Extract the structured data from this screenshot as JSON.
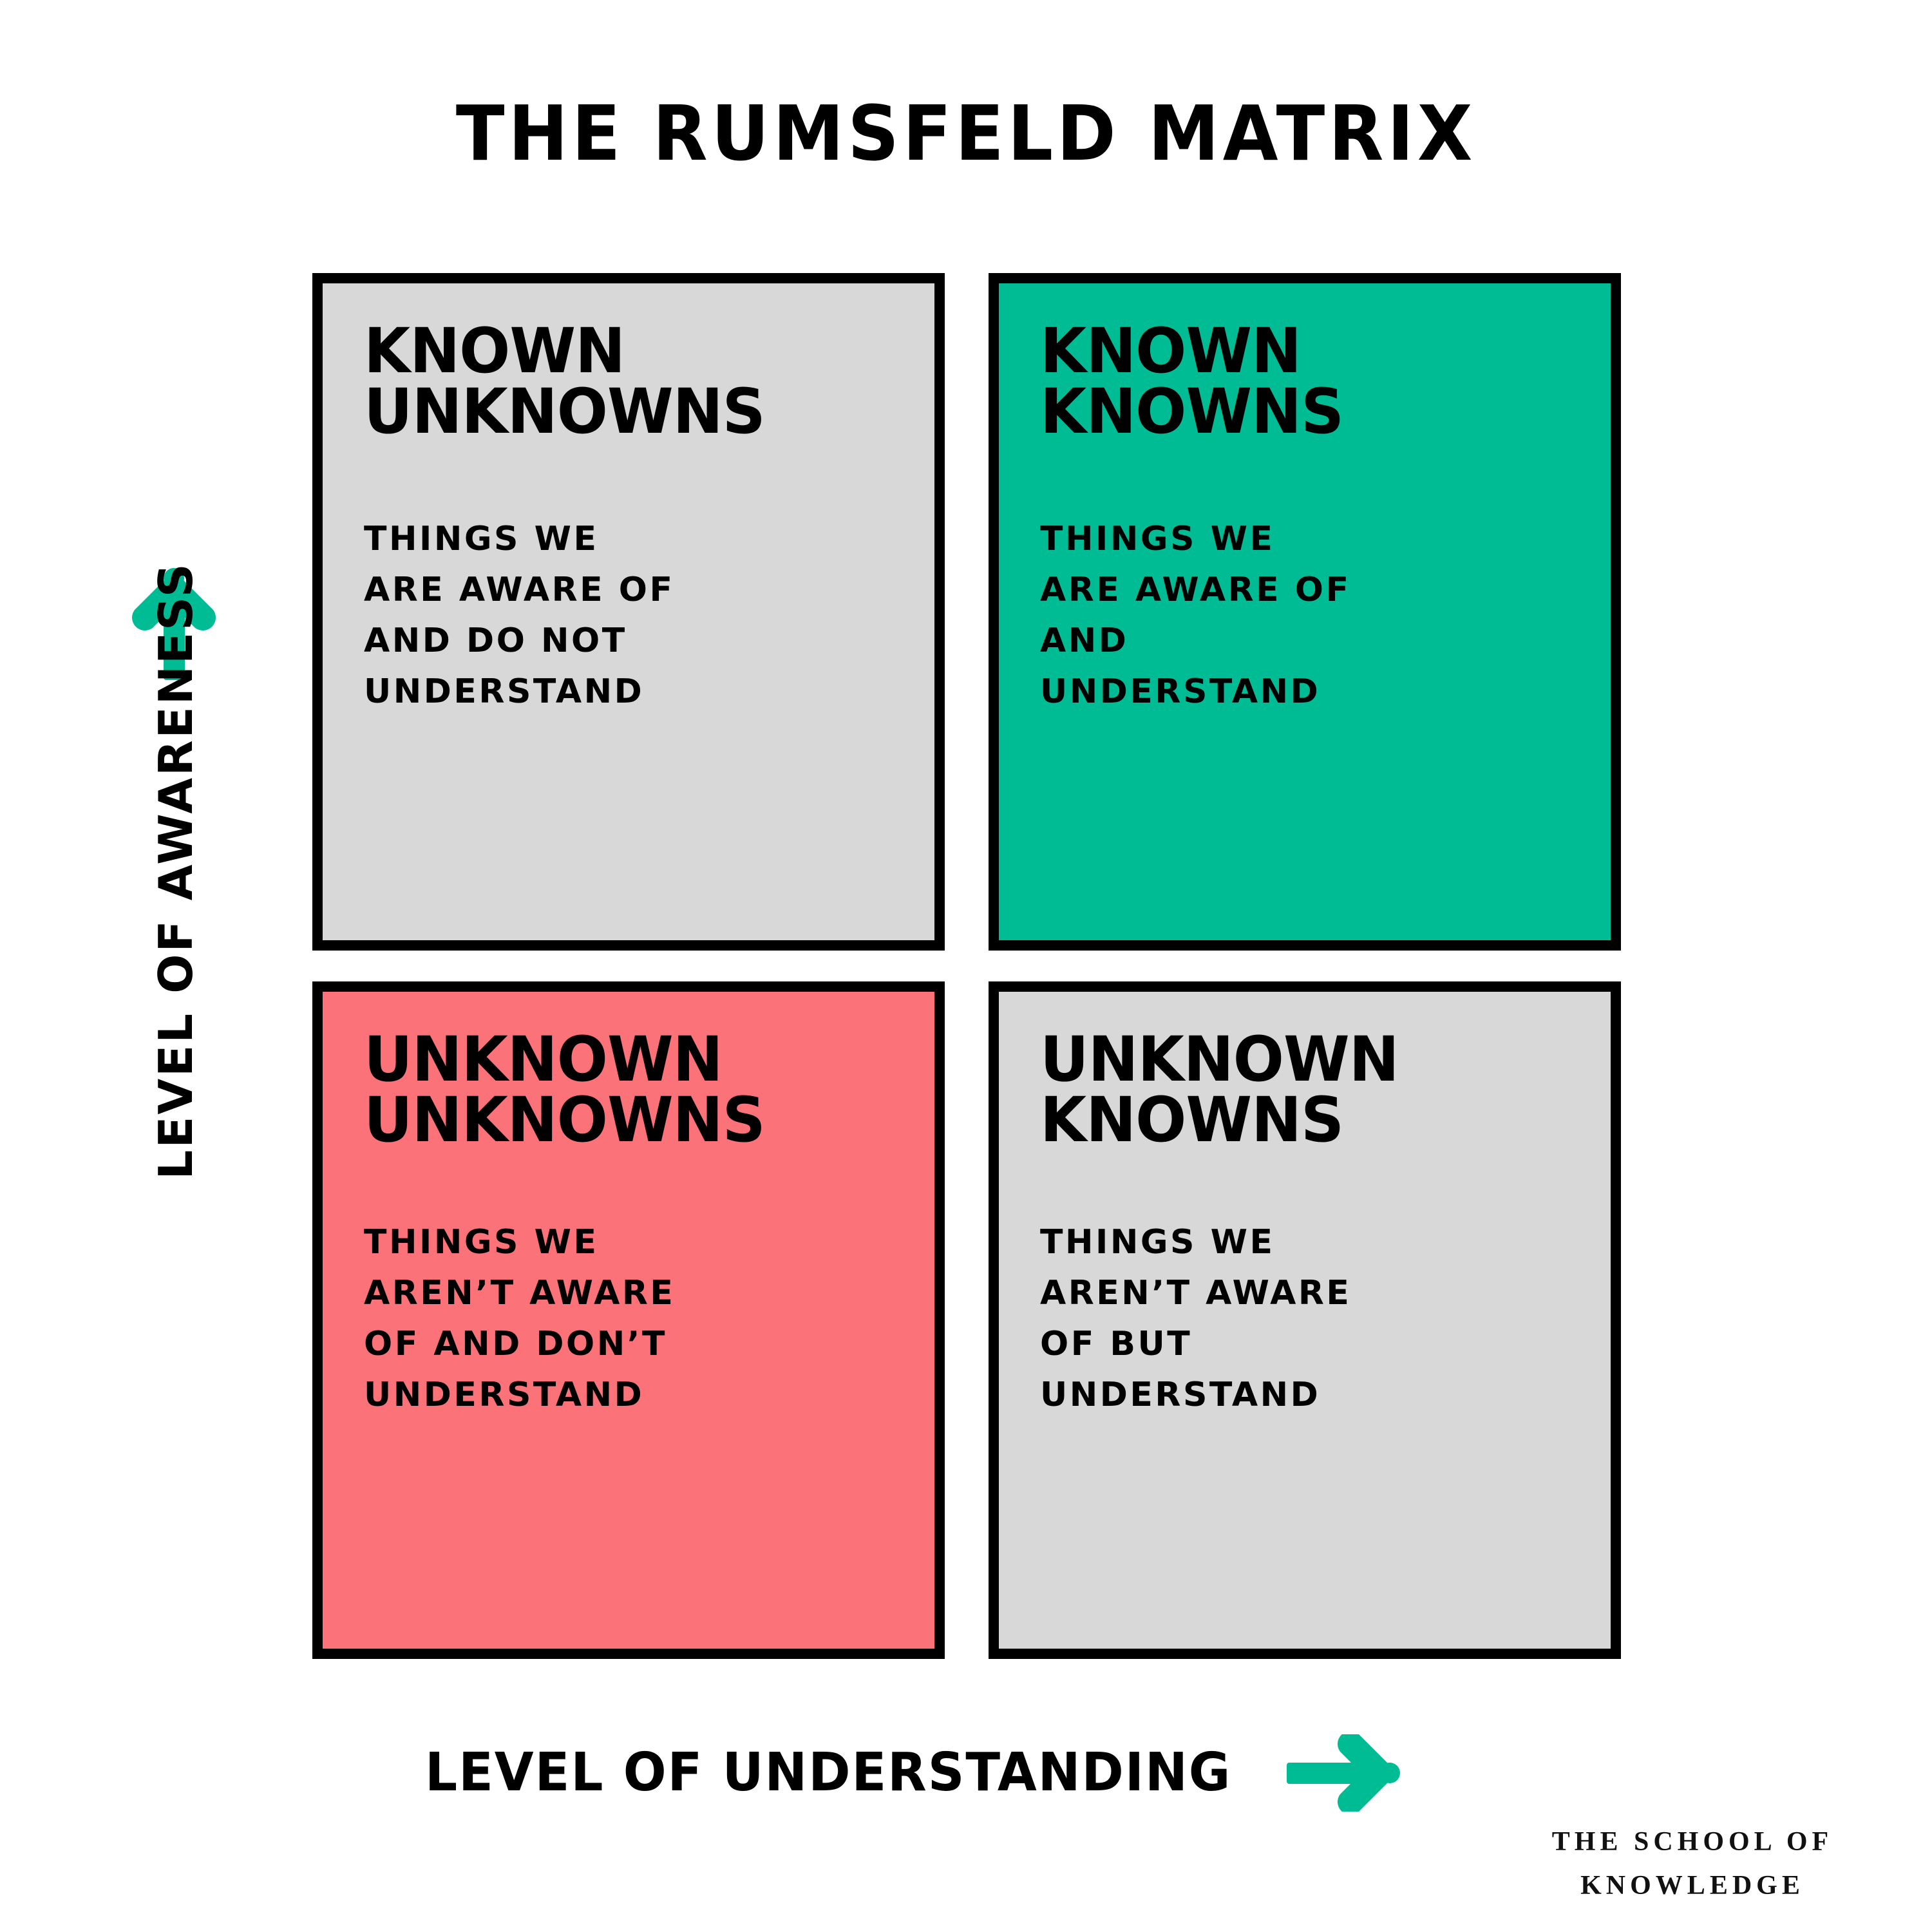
{
  "poster": {
    "title": "THE RUMSFELD MATRIX",
    "background_color": "#FFFFFF",
    "footer": "THE SCHOOL OF\nKNOWLEDGE"
  },
  "colors": {
    "grey": "#D8D8D8",
    "green": "#00BC95",
    "coral": "#FC7279",
    "border": "#000000",
    "text": "#000000"
  },
  "axes": {
    "y": {
      "label": "LEVEL OF AWARENESS",
      "arrow_icon": "arrow-up-icon",
      "arrow_color": "#00BC95",
      "direction": "up"
    },
    "x": {
      "label": "LEVEL OF UNDERSTANDING",
      "arrow_icon": "arrow-right-icon",
      "arrow_color": "#00BC95",
      "direction": "right"
    }
  },
  "chart_data": {
    "type": "table",
    "title": "THE RUMSFELD MATRIX",
    "xlabel": "LEVEL OF UNDERSTANDING",
    "ylabel": "LEVEL OF AWARENESS",
    "grid": "2x2",
    "quadrants": [
      {
        "position": "top-left",
        "awareness": "high",
        "understanding": "low",
        "title": "KNOWN\nUNKNOWNS",
        "description": "THINGS WE\nARE AWARE OF\nAND DO NOT\nUNDERSTAND",
        "fill": "#D8D8D8"
      },
      {
        "position": "top-right",
        "awareness": "high",
        "understanding": "high",
        "title": "KNOWN\nKNOWNS",
        "description": "THINGS WE\nARE AWARE OF\nAND\nUNDERSTAND",
        "fill": "#00BC95"
      },
      {
        "position": "bottom-left",
        "awareness": "low",
        "understanding": "low",
        "title": "UNKNOWN\nUNKNOWNS",
        "description": "THINGS WE\nAREN’T AWARE\nOF AND DON’T\nUNDERSTAND",
        "fill": "#FC7279"
      },
      {
        "position": "bottom-right",
        "awareness": "low",
        "understanding": "high",
        "title": "UNKNOWN\nKNOWNS",
        "description": "THINGS WE\nAREN’T AWARE\nOF BUT\nUNDERSTAND",
        "fill": "#D8D8D8"
      }
    ]
  }
}
